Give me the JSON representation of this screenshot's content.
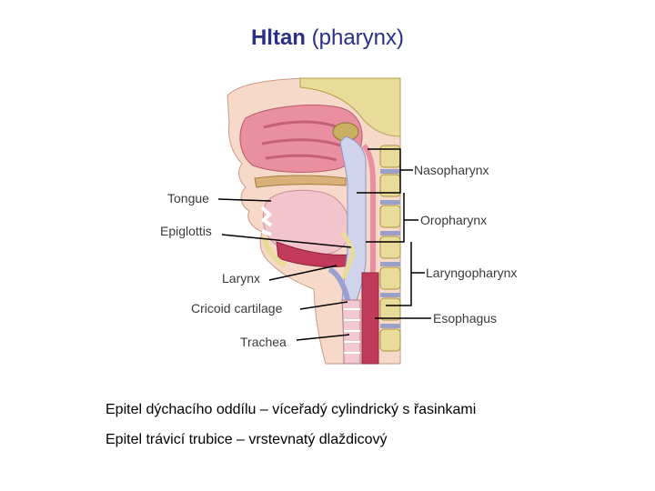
{
  "title": {
    "bold": "Hltan",
    "rest": "(pharynx)"
  },
  "labels": {
    "left": [
      "Tongue",
      "Epiglottis",
      "Larynx",
      "Cricoid cartilage",
      "Trachea"
    ],
    "right": [
      "Nasopharynx",
      "Oropharynx",
      "Laryngopharynx",
      "Esophagus"
    ]
  },
  "captions": [
    "Epitel dýchacího oddílu – víceřadý cylindrický s řasinkami",
    "Epitel trávicí trubice – vrstevnatý dlaždicový"
  ],
  "colors": {
    "title": "#2b2f86",
    "skin": "#f6d9c8",
    "tissue_pink": "#ea8fa0",
    "airway": "#cfd4ec",
    "bone": "#e9dc9a",
    "muscle": "#c23a5a"
  }
}
